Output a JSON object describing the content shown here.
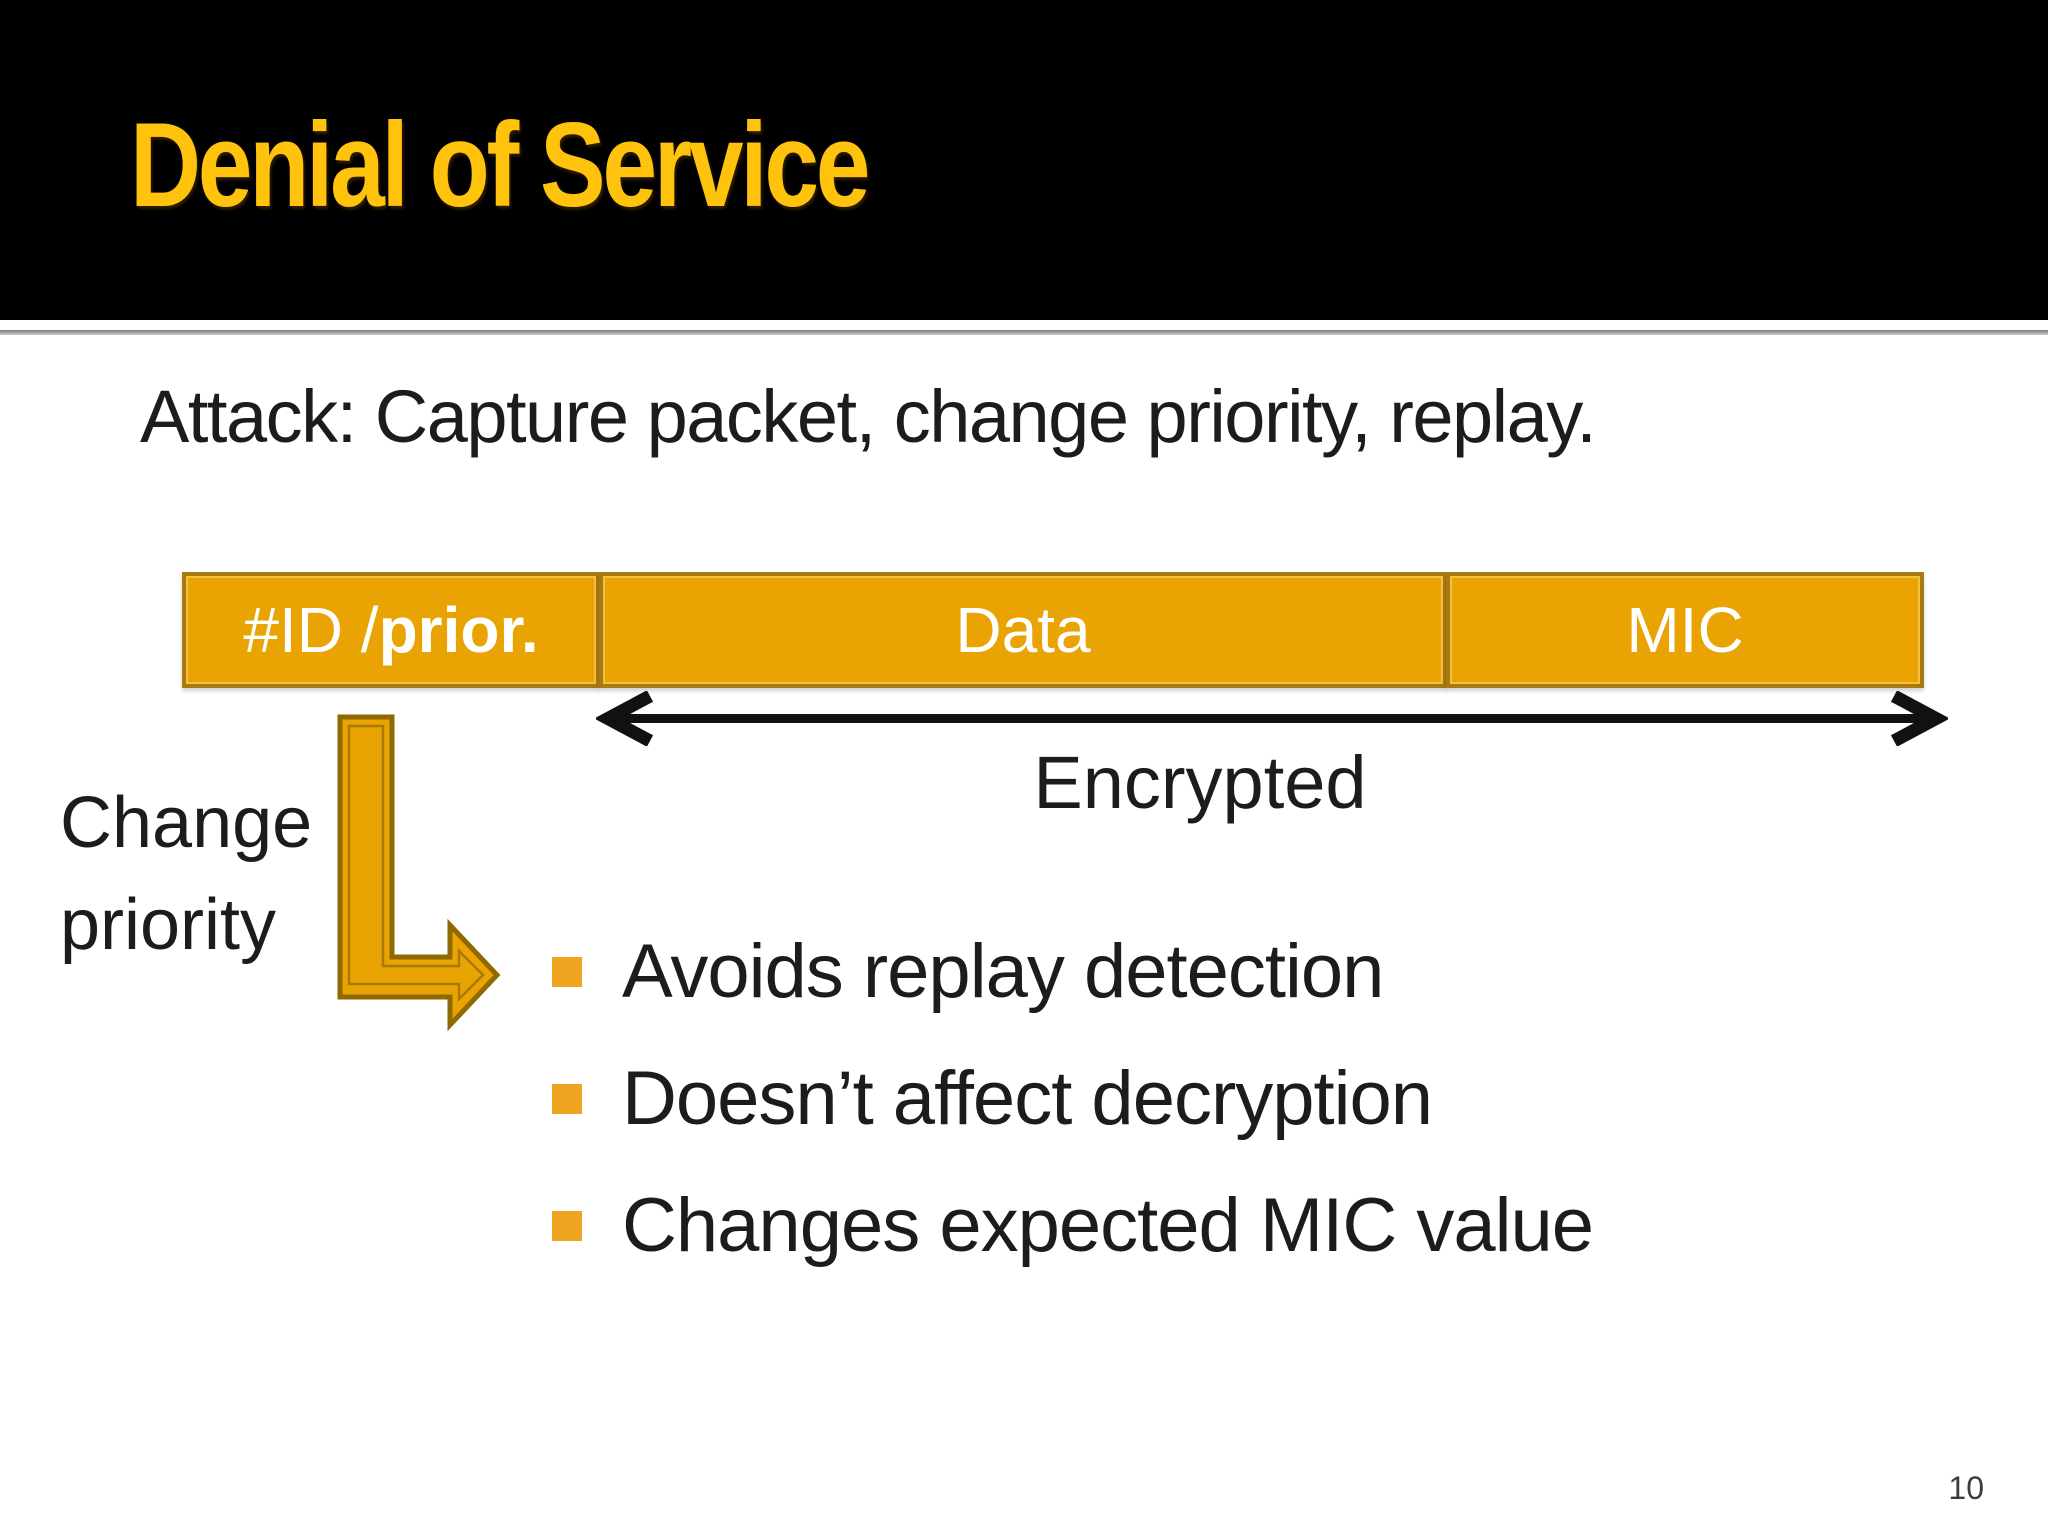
{
  "title": "Denial of Service",
  "subtitle": "Attack: Capture packet, change priority, replay.",
  "packet": {
    "cells": [
      {
        "prefix": "#ID / ",
        "bold": "prior."
      },
      {
        "label": "Data"
      },
      {
        "label": "MIC"
      }
    ],
    "encrypted_label": "Encrypted"
  },
  "change_priority": {
    "line1": "Change",
    "line2": "priority"
  },
  "bullets": [
    {
      "text": "Avoids replay detection"
    },
    {
      "text": "Doesn’t affect decryption"
    },
    {
      "text": "Changes expected MIC value"
    }
  ],
  "page_number": "10",
  "icons": {
    "span_arrow": "double-headed-arrow-icon",
    "bent_arrow": "bent-elbow-arrow-icon"
  },
  "colors": {
    "header-bg": "#000000",
    "title-yellow": "#FFC20D",
    "rule-gray": "#9A9A9A",
    "cell-fill": "#E9A303",
    "cell-border": "#A87A10",
    "arrow-outline": "#8E6A00",
    "arrow-inner-line": "#A87A00",
    "bullet-orange": "#EEA41F",
    "body-text": "#1C1C1C",
    "span-arrow-black": "#111111",
    "page-number-gray": "#3C3C3C"
  }
}
